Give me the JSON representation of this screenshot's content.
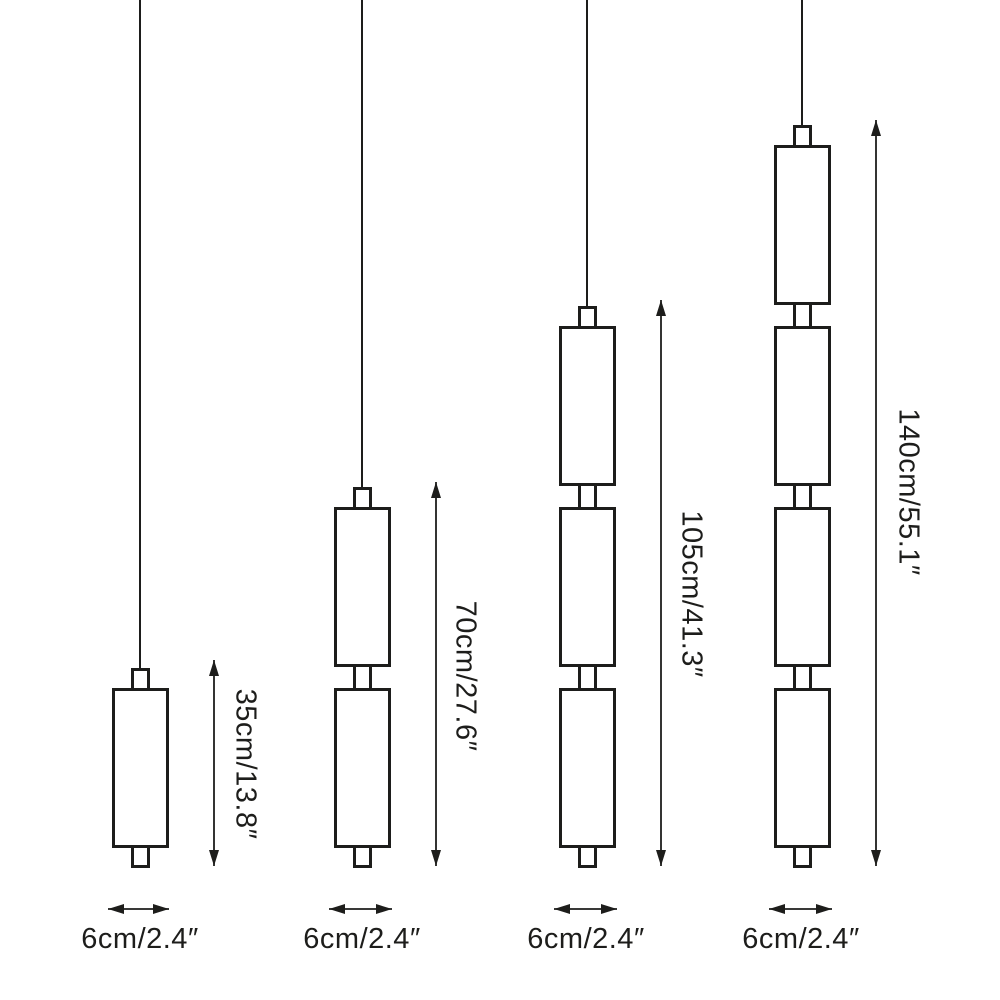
{
  "figure": {
    "background": "#ffffff",
    "line_color": "#1d1d1b",
    "lamps": [
      {
        "modules": 1,
        "height_label": "35cm/13.8″",
        "width_label": "6cm/2.4″"
      },
      {
        "modules": 2,
        "height_label": "70cm/27.6″",
        "width_label": "6cm/2.4″"
      },
      {
        "modules": 3,
        "height_label": "105cm/41.3″",
        "width_label": "6cm/2.4″"
      },
      {
        "modules": 4,
        "height_label": "140cm/55.1″",
        "width_label": "6cm/2.4″"
      }
    ]
  }
}
